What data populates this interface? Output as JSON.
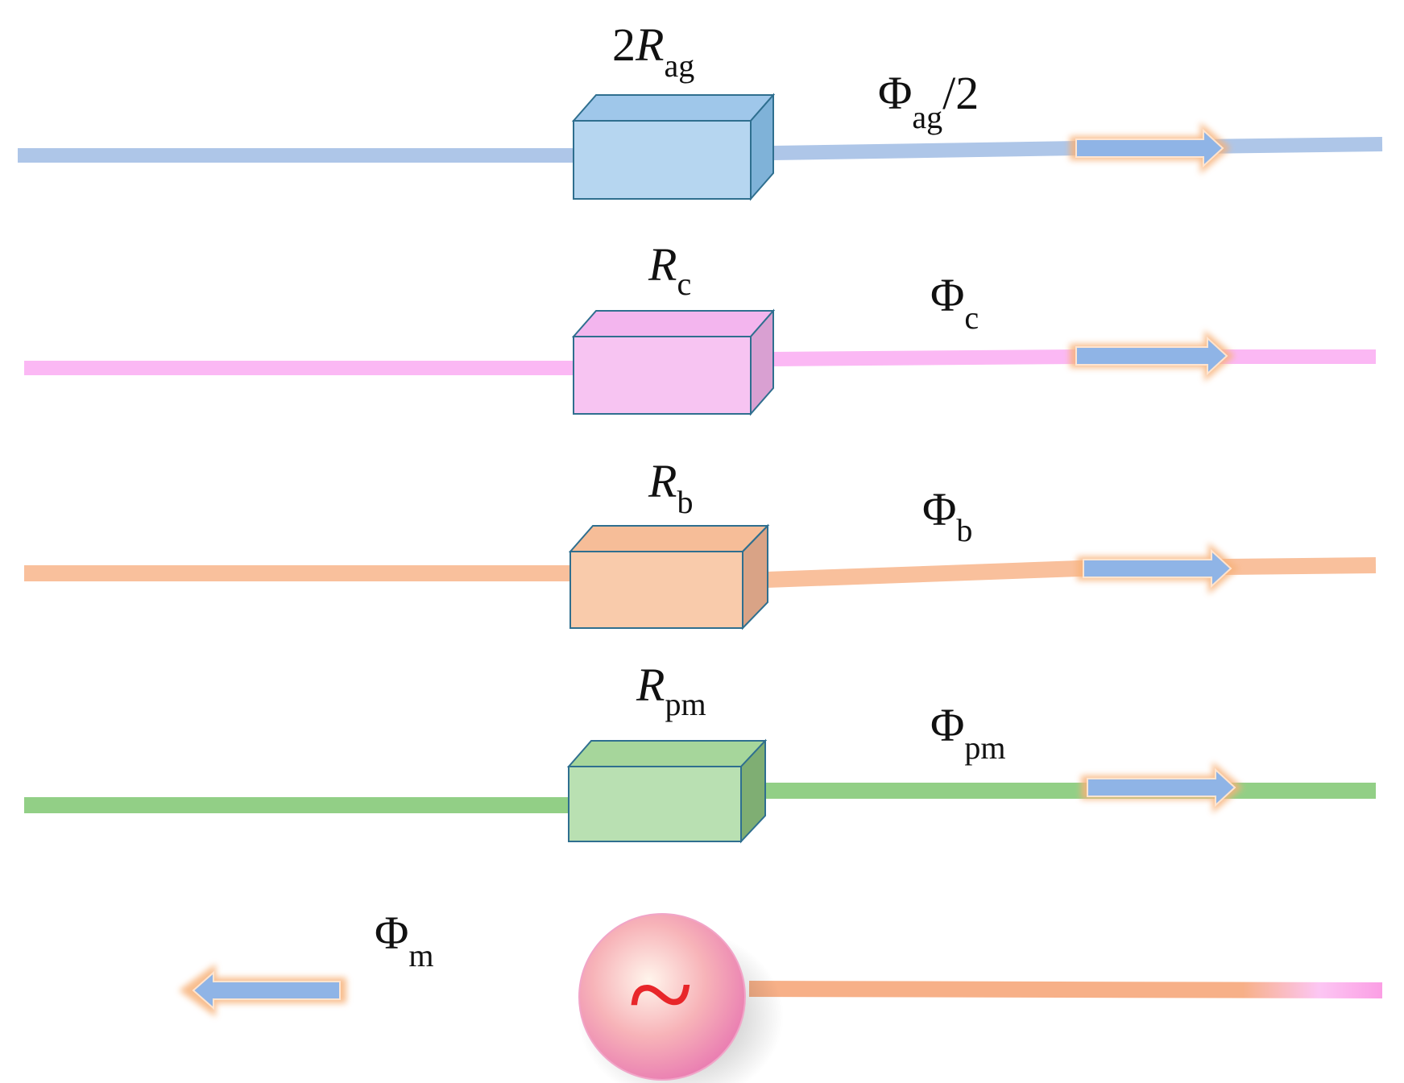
{
  "branches": [
    {
      "id": "ag",
      "resistor": {
        "prefix": "2",
        "symbol": "R",
        "subscript": "ag"
      },
      "flux": {
        "symbol": "Φ",
        "subscript": "ag",
        "suffix": "/2"
      },
      "color": "#aec6e8",
      "box_front": "#b6d6f0",
      "box_top": "#9fc7ea",
      "box_side": "#7fb2d8",
      "box_stroke": "#2f6f8f"
    },
    {
      "id": "c",
      "resistor": {
        "prefix": "",
        "symbol": "R",
        "subscript": "c"
      },
      "flux": {
        "symbol": "Φ",
        "subscript": "c",
        "suffix": ""
      },
      "color": "#fbb8f4",
      "box_front": "#f7c4f2",
      "box_top": "#f3b5ee",
      "box_side": "#d9a0d2",
      "box_stroke": "#2f6f8f"
    },
    {
      "id": "b",
      "resistor": {
        "prefix": "",
        "symbol": "R",
        "subscript": "b"
      },
      "flux": {
        "symbol": "Φ",
        "subscript": "b",
        "suffix": ""
      },
      "color": "#f9c09c",
      "box_front": "#f9cbab",
      "box_top": "#f6bd98",
      "box_side": "#d9a386",
      "box_stroke": "#2f6f8f"
    },
    {
      "id": "pm",
      "resistor": {
        "prefix": "",
        "symbol": "R",
        "subscript": "pm"
      },
      "flux": {
        "symbol": "Φ",
        "subscript": "pm",
        "suffix": ""
      },
      "color": "#92cf86",
      "box_front": "#b9e0b2",
      "box_top": "#a6d69b",
      "box_side": "#7fae73",
      "box_stroke": "#2f6f8f"
    }
  ],
  "source": {
    "symbol": "~",
    "flux": {
      "symbol": "Φ",
      "subscript": "m"
    },
    "wire_color": "#f7b088"
  },
  "colors": {
    "arrow_fill": "#8fb4e6",
    "arrow_glow": "#f7b27a",
    "source_glyph": "#e8262a",
    "source_center": "#fff5ec",
    "source_mid": "#f7b3b8",
    "source_edge": "#ea7fb2"
  }
}
